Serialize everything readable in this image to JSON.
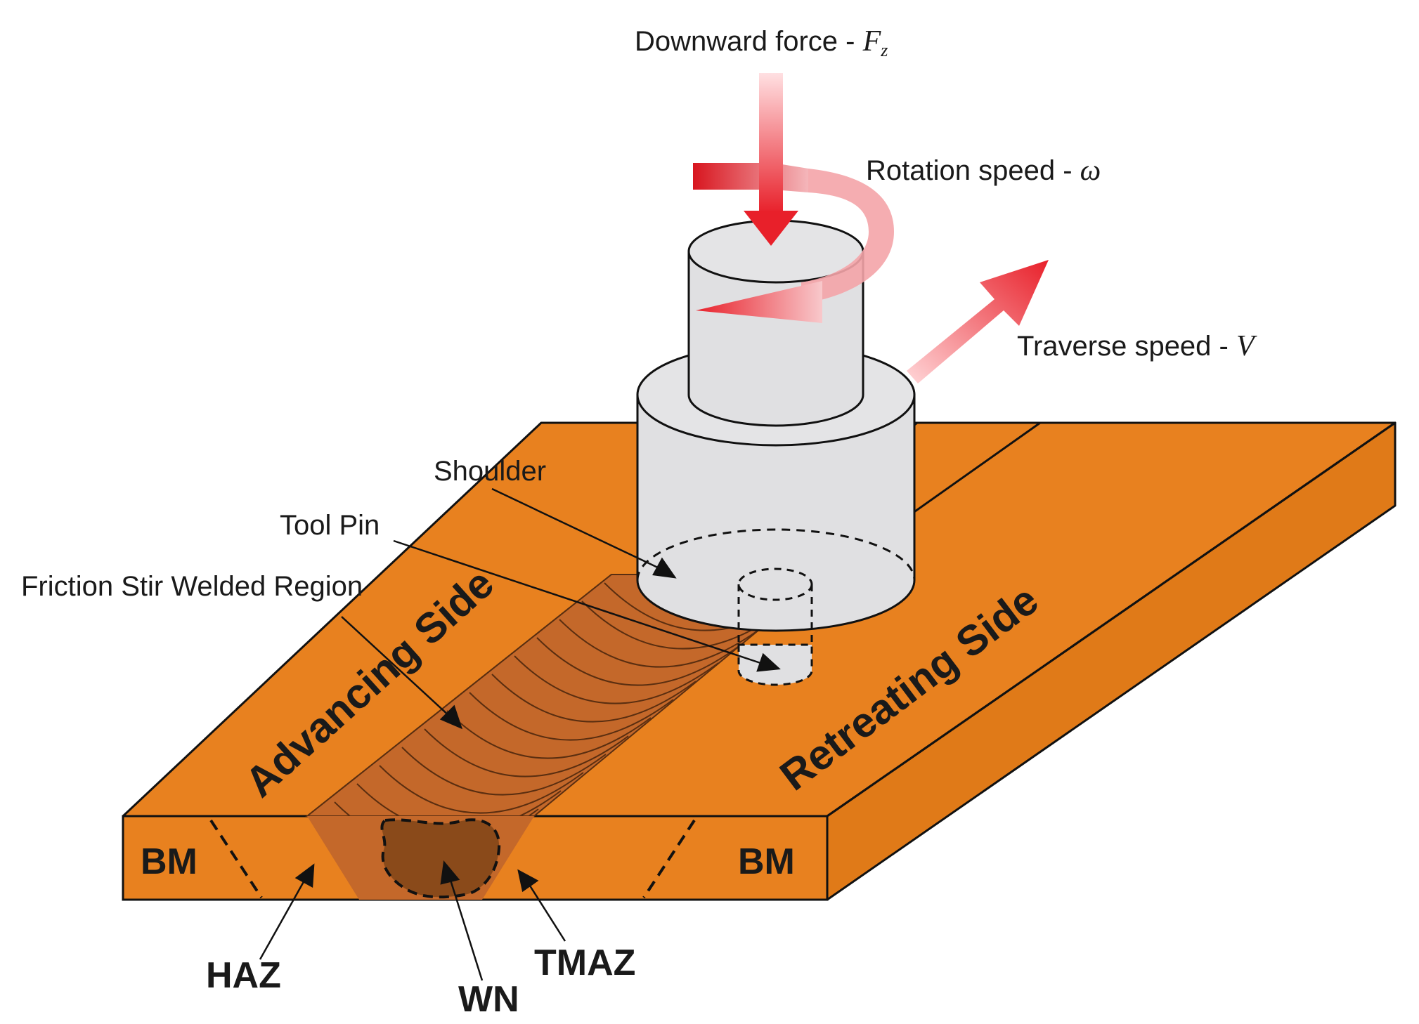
{
  "labels": {
    "downward_force": "Downward force - ",
    "downward_force_symbol": "F",
    "downward_force_sub": "z",
    "rotation_speed": "Rotation speed - ",
    "rotation_speed_symbol": "ω",
    "traverse_speed": "Traverse speed - ",
    "traverse_speed_symbol": "V",
    "shoulder": "Shoulder",
    "tool_pin": "Tool Pin",
    "fsw_region": "Friction Stir Welded Region",
    "advancing_side": "Advancing Side",
    "retreating_side": "Retreating Side",
    "bm_left": "BM",
    "bm_right": "BM",
    "haz": "HAZ",
    "wn": "WN",
    "tmaz": "TMAZ"
  },
  "colors": {
    "plate": "#e8811f",
    "weld": "#c4682a",
    "nugget": "#8a4a1a",
    "tool": "#e0e0e2",
    "arrow": "#e8202a"
  }
}
